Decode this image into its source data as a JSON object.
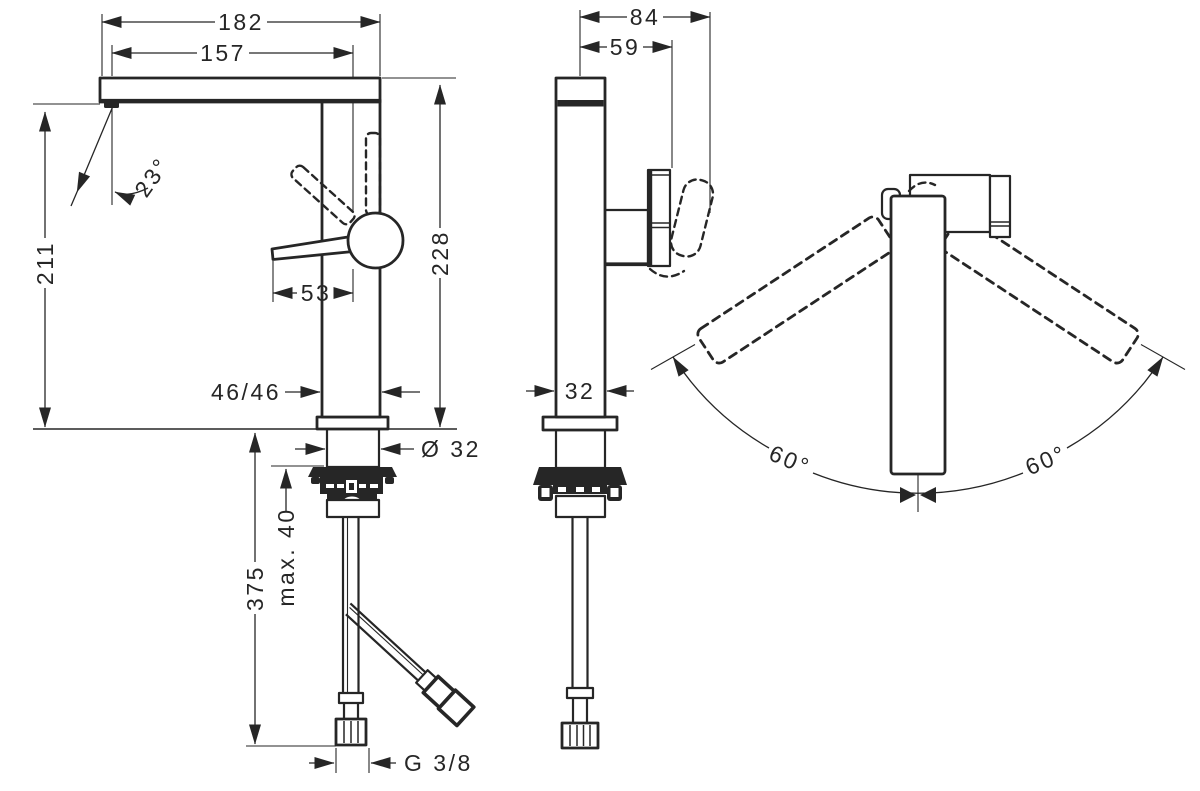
{
  "drawing": {
    "front_view": {
      "total_width": "182",
      "spout_reach": "157",
      "spout_height": "211",
      "spout_angle": "23°",
      "total_height": "228",
      "handle_length": "53",
      "body_width_depth": "46/46",
      "shank_diameter": "Ø 32",
      "max_mounting_thickness": "max. 40",
      "hose_length": "375",
      "connection_thread": "G 3/8"
    },
    "side_view": {
      "total_depth": "84",
      "handle_depth": "59",
      "body_width": "32"
    },
    "top_view": {
      "swivel_left": "60°",
      "swivel_right": "60°"
    },
    "colors": {
      "line": "#262626",
      "background": "#ffffff"
    }
  }
}
